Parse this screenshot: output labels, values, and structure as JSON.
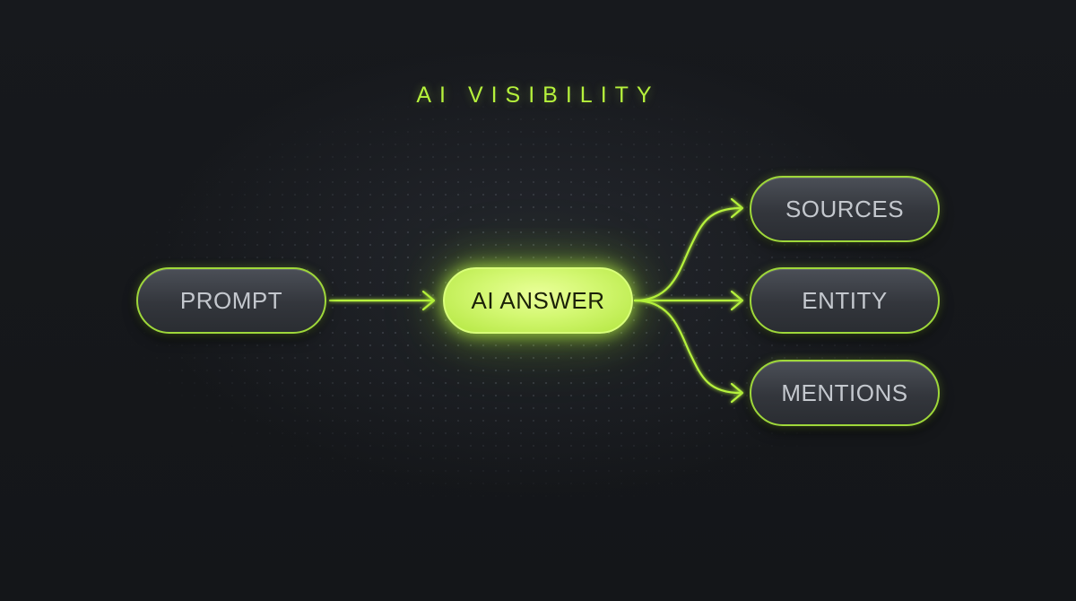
{
  "title": "AI VISIBILITY",
  "nodes": {
    "prompt": "PROMPT",
    "answer": "AI ANSWER",
    "sources": "SOURCES",
    "entity": "ENTITY",
    "mentions": "MENTIONS"
  },
  "edges": [
    {
      "from": "PROMPT",
      "to": "AI ANSWER"
    },
    {
      "from": "AI ANSWER",
      "to": "SOURCES"
    },
    {
      "from": "AI ANSWER",
      "to": "ENTITY"
    },
    {
      "from": "AI ANSWER",
      "to": "MENTIONS"
    }
  ],
  "colors": {
    "accent": "#b6f23c",
    "background": "#141619",
    "node_fill": "#3a3d43",
    "node_text": "#c4c8ce",
    "primary_text": "#1b2108"
  }
}
